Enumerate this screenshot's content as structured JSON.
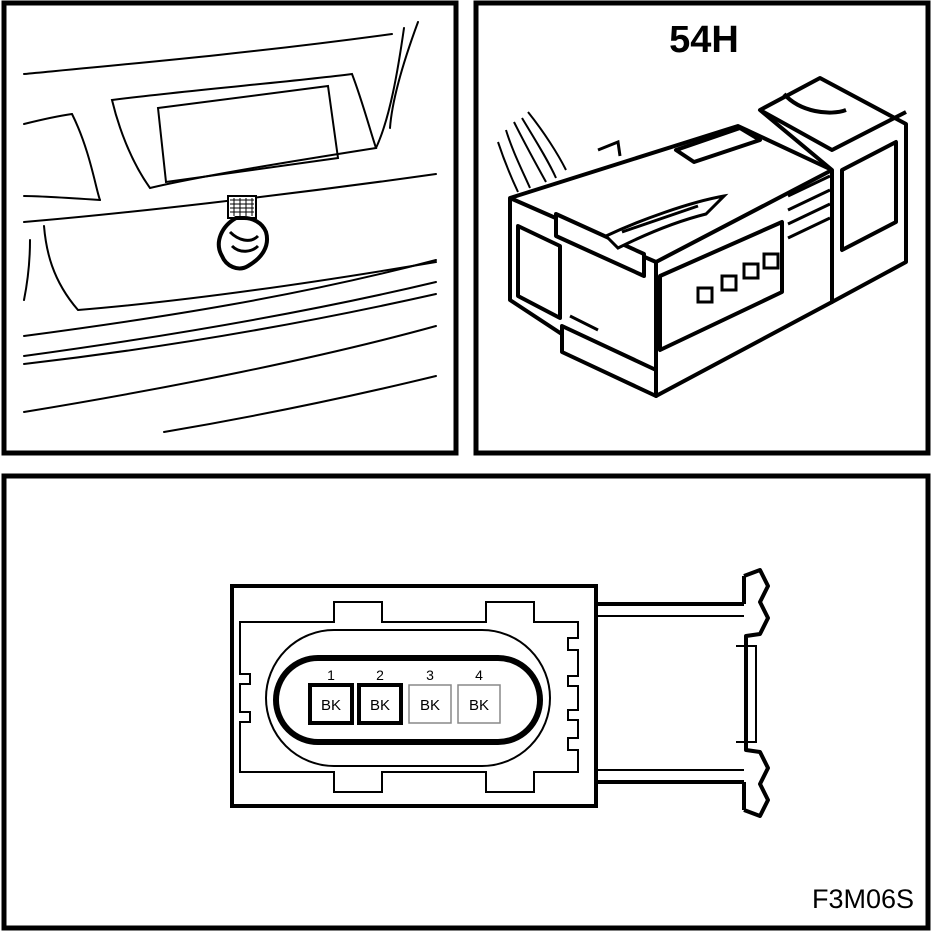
{
  "connector": {
    "id": "54H",
    "pins": [
      {
        "number": "1",
        "color": "BK",
        "emphasis": "bold"
      },
      {
        "number": "2",
        "color": "BK",
        "emphasis": "bold"
      },
      {
        "number": "3",
        "color": "BK",
        "emphasis": "thin"
      },
      {
        "number": "4",
        "color": "BK",
        "emphasis": "thin"
      }
    ]
  },
  "figure_code": "F3M06S",
  "colors": {
    "line": "#000000",
    "background": "#ffffff",
    "thin_box": "#888888"
  }
}
